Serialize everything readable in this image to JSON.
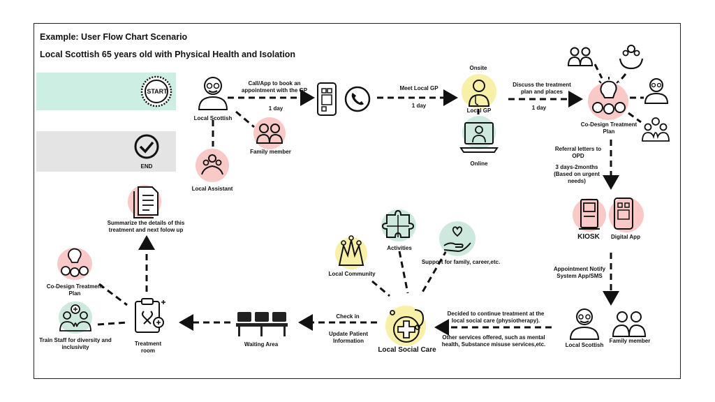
{
  "title": "Example: User Flow Chart Scenario",
  "subtitle": "Local Scottish 65 years old with Physical Health and Isolation",
  "start_label": "START",
  "end_label": "END",
  "nodes": {
    "local_scottish_top": "Local Scottish",
    "family_member_top": "Family member",
    "local_assistant": "Local Assistant",
    "call_app": "Call/App to book an appointment with  the GP",
    "day1_a": "1 day",
    "meet_gp": "Meet Local GP",
    "day1_b": "1 day",
    "onsite": "Onsite",
    "local_gp": "Local GP",
    "online": "Online",
    "discuss": "Discuss the treatment plan and places",
    "day1_c": "1 day",
    "codesign_top": "Co-Design Treatment Plan",
    "referral": "Referral letters to OPD",
    "days_range": "3 days-2months (Based on urgent needs)",
    "kiosk": "KIOSK",
    "digital_app": "Digital App",
    "appointment": "Appointment Notify System App/SMS",
    "local_scottish_bottom": "Local Scottish",
    "family_member_bottom": "Family member",
    "decided": "Decided to continue treatment at the local social care (physiotherapy).",
    "other_services": "Other services offered, such as mental health, Substance misuse services,etc.",
    "local_social_care": "Local Social Care",
    "activities": "Activities",
    "support": "Support for family, career,etc.",
    "local_community": "Local Community",
    "check_in": "Check in",
    "update_info": "Update Patient Information",
    "waiting_area": "Waiting Area",
    "treatment_room": "Treatment room",
    "codesign_left": "Co-Design Treatment Plan",
    "train_staff": "Train Staff for diversity and inclusivity",
    "summarize": "Summarize  the details of this treatment and next folow up"
  },
  "colors": {
    "start_panel": "#cdeee3",
    "end_panel": "#e4e4e4",
    "pink": "#f9c9c7",
    "yellow": "#f8f0a8",
    "mint": "#cde9de"
  },
  "icons": [
    "start-badge-icon",
    "check-circle-icon",
    "elderly-man-icon",
    "family-icon",
    "assistant-icon",
    "smartphone-icon",
    "phone-call-icon",
    "doctor-icon",
    "laptop-doctor-icon",
    "bulb-team-icon",
    "group-icon",
    "hands-people-icon",
    "nurse-group-icon",
    "kiosk-icon",
    "mobile-app-icon",
    "social-care-icon",
    "puzzle-icon",
    "heart-hand-icon",
    "community-icon",
    "chairs-icon",
    "clipboard-icon",
    "document-icon"
  ]
}
